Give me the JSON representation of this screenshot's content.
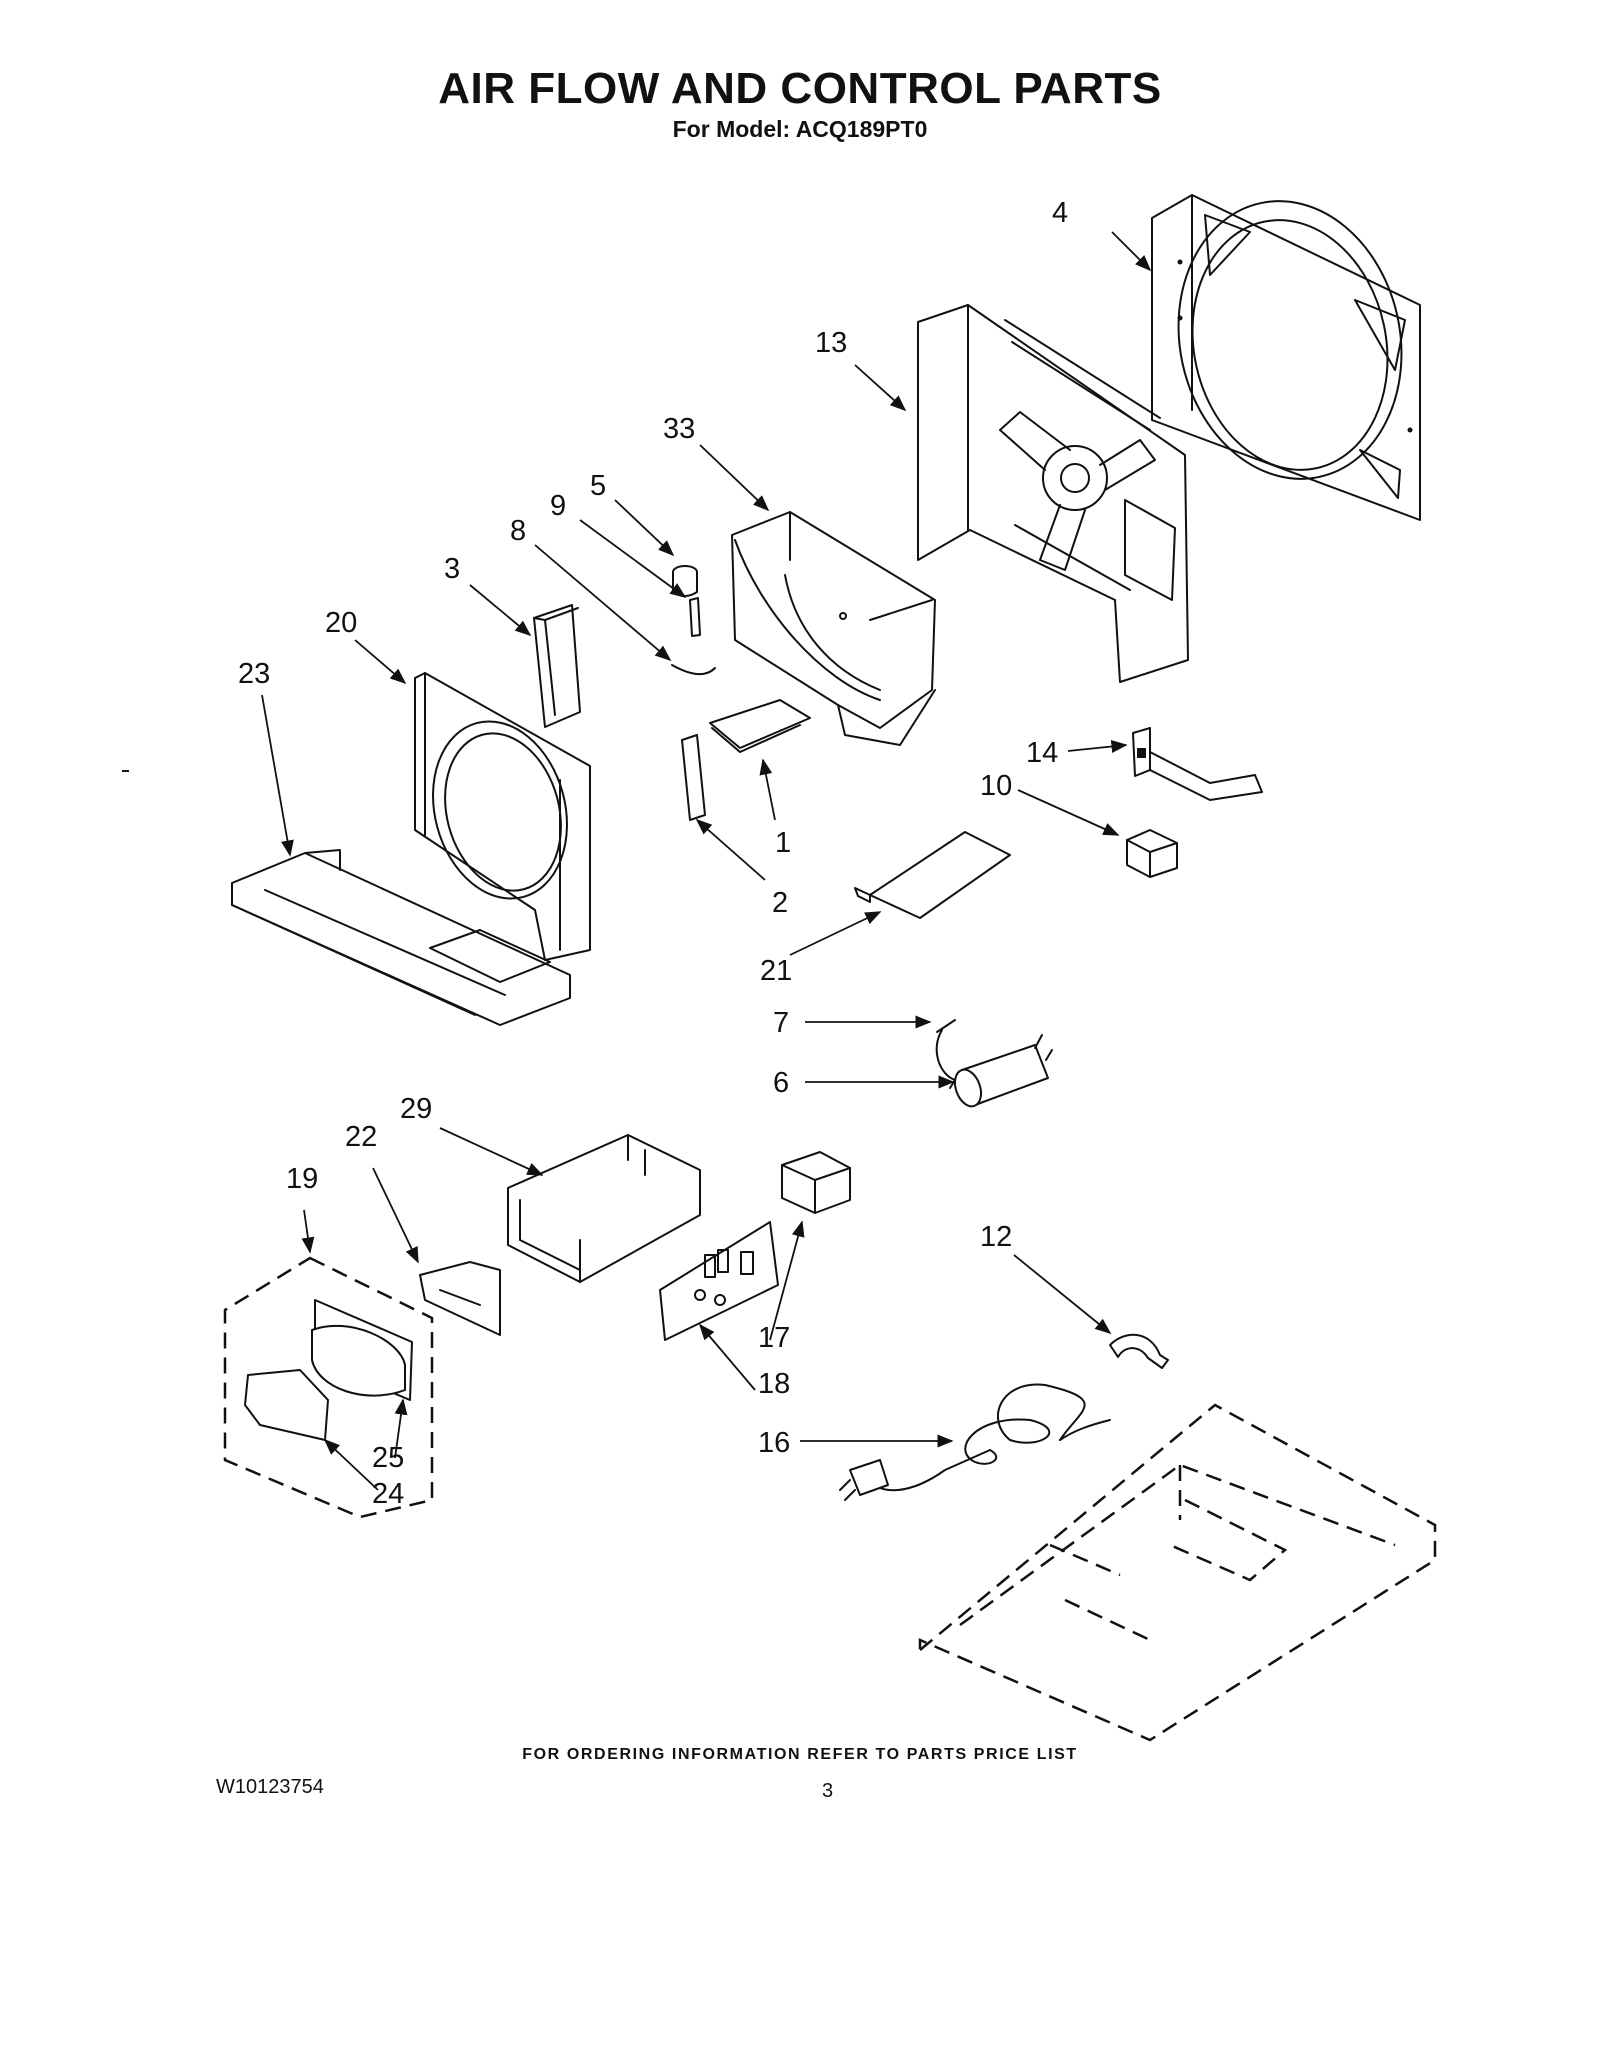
{
  "header": {
    "title": "AIR FLOW AND CONTROL PARTS",
    "subtitle": "For Model: ACQ189PT0"
  },
  "callouts": [
    "1",
    "2",
    "3",
    "4",
    "5",
    "6",
    "7",
    "8",
    "9",
    "10",
    "12",
    "13",
    "14",
    "16",
    "17",
    "18",
    "19",
    "20",
    "21",
    "22",
    "23",
    "24",
    "25",
    "29",
    "33"
  ],
  "footer": {
    "ordering_note": "FOR ORDERING INFORMATION REFER TO PARTS PRICE LIST",
    "document_number": "W10123754",
    "page_number": "3"
  }
}
